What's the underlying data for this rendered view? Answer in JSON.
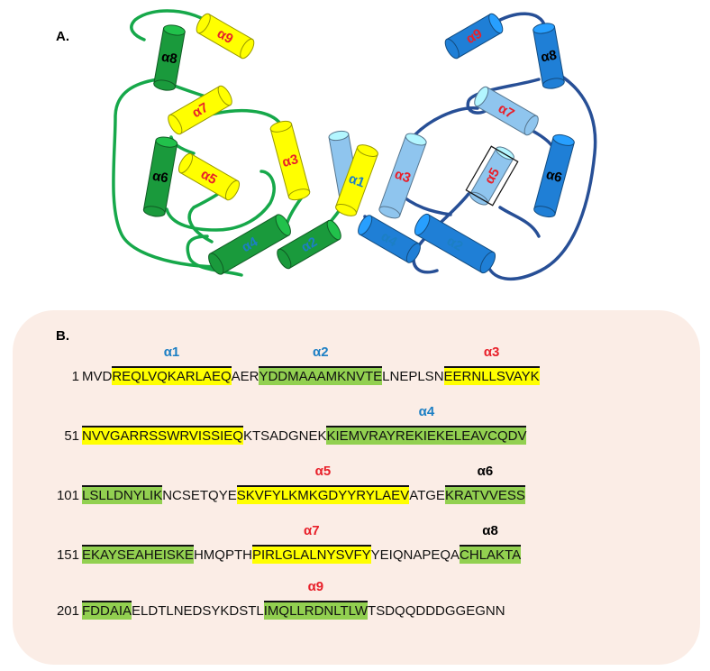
{
  "panel_a_label": "A.",
  "panel_b_label": "B.",
  "colors": {
    "green_dark": "#1a9a3c",
    "green_line": "#16a84a",
    "yellow": "#ffff00",
    "blue_light": "#8fc5ee",
    "blue_mid": "#1f7fd6",
    "blue_line": "#274f96",
    "seq_yellow": "#ffff00",
    "seq_green": "#92d050",
    "label_red": "#e8202a",
    "label_blue": "#1c7fc4",
    "label_black": "#000000"
  },
  "diagram_labels": {
    "left": [
      "α8",
      "α9",
      "α7",
      "α6",
      "α5",
      "α3",
      "α4",
      "α2"
    ],
    "center": "α1",
    "right": [
      "α9",
      "α8",
      "α7",
      "α3",
      "α5",
      "α6",
      "α2",
      "α4"
    ]
  },
  "sequence": [
    {
      "num": "1",
      "segments": [
        {
          "text": "MVD"
        },
        {
          "text": "REQLVQKARLAEQ",
          "helix": "α1",
          "fill": "yellow",
          "label_color": "blue"
        },
        {
          "text": "AER"
        },
        {
          "text": "YDDMAAAMKNVTE",
          "helix": "α2",
          "fill": "green",
          "label_color": "blue"
        },
        {
          "text": "LNEPLSN"
        },
        {
          "text": "EERNLLSVAYK",
          "helix": "α3",
          "fill": "yellow",
          "label_color": "red"
        }
      ]
    },
    {
      "num": "51",
      "segments": [
        {
          "text": "NVVGARRSSWRVISSIEQ",
          "fill": "yellow"
        },
        {
          "text": "KTSADGNEK"
        },
        {
          "text": "KIEMVRAYREKIEKELEAVCQDV",
          "helix": "α4",
          "fill": "green",
          "label_color": "blue"
        }
      ]
    },
    {
      "num": "101",
      "segments": [
        {
          "text": "LSLLDNYLIK",
          "fill": "green"
        },
        {
          "text": "NCSETQYE"
        },
        {
          "text": "SKVFYLKMKGDYYRYLAEV",
          "helix": "α5",
          "fill": "yellow",
          "label_color": "red"
        },
        {
          "text": "ATGE"
        },
        {
          "text": "KRATVVESS",
          "helix": "α6",
          "fill": "green",
          "label_color": "black"
        }
      ]
    },
    {
      "num": "151",
      "segments": [
        {
          "text": "EKAYSEAHEISKE",
          "fill": "green"
        },
        {
          "text": "HMQPTH"
        },
        {
          "text": "PIRLGLALNYSVFY",
          "helix": "α7",
          "fill": "yellow",
          "label_color": "red"
        },
        {
          "text": "YEIQNAPEQA"
        },
        {
          "text": "CHLAKTA",
          "helix": "α8",
          "fill": "green",
          "label_color": "black"
        }
      ]
    },
    {
      "num": "201",
      "segments": [
        {
          "text": "FDDAIA",
          "fill": "green"
        },
        {
          "text": "ELDTLNEDSYKDSTL"
        },
        {
          "text": "IMQLLRDNLTLW",
          "helix": "α9",
          "fill": "green",
          "label_color": "red"
        },
        {
          "text": "TSDQQDDDGGEGNN"
        }
      ]
    }
  ]
}
